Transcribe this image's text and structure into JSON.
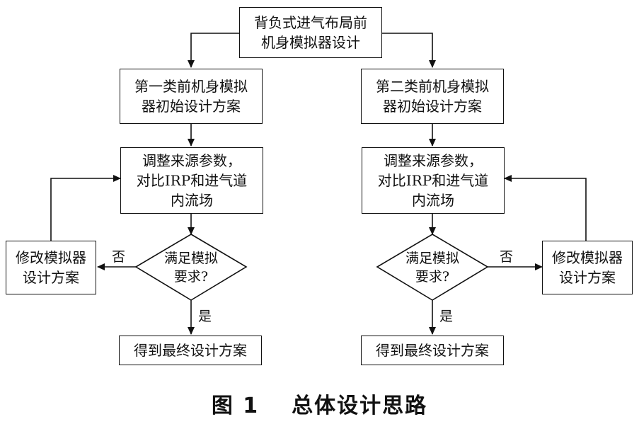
{
  "top": {
    "lines": [
      "背负式进气布局前",
      "机身模拟器设计"
    ]
  },
  "left": {
    "initial": {
      "lines": [
        "第一类前机身模拟",
        "器初始设计方案"
      ]
    },
    "adjust": {
      "lines": [
        "调整来源参数，",
        "对比IRP和进气道",
        "内流场"
      ]
    },
    "decision": {
      "lines": [
        "满足模拟",
        "要求?"
      ]
    },
    "modify": {
      "lines": [
        "修改模拟器",
        "设计方案"
      ]
    },
    "final": {
      "lines": [
        "得到最终设计方案"
      ]
    }
  },
  "right": {
    "initial": {
      "lines": [
        "第二类前机身模拟",
        "器初始设计方案"
      ]
    },
    "adjust": {
      "lines": [
        "调整来源参数，",
        "对比IRP和进气道",
        "内流场"
      ]
    },
    "decision": {
      "lines": [
        "满足模拟",
        "要求?"
      ]
    },
    "modify": {
      "lines": [
        "修改模拟器",
        "设计方案"
      ]
    },
    "final": {
      "lines": [
        "得到最终设计方案"
      ]
    }
  },
  "labels": {
    "no": "否",
    "yes": "是"
  },
  "caption": {
    "number": "图 1",
    "title": "总体设计思路"
  }
}
